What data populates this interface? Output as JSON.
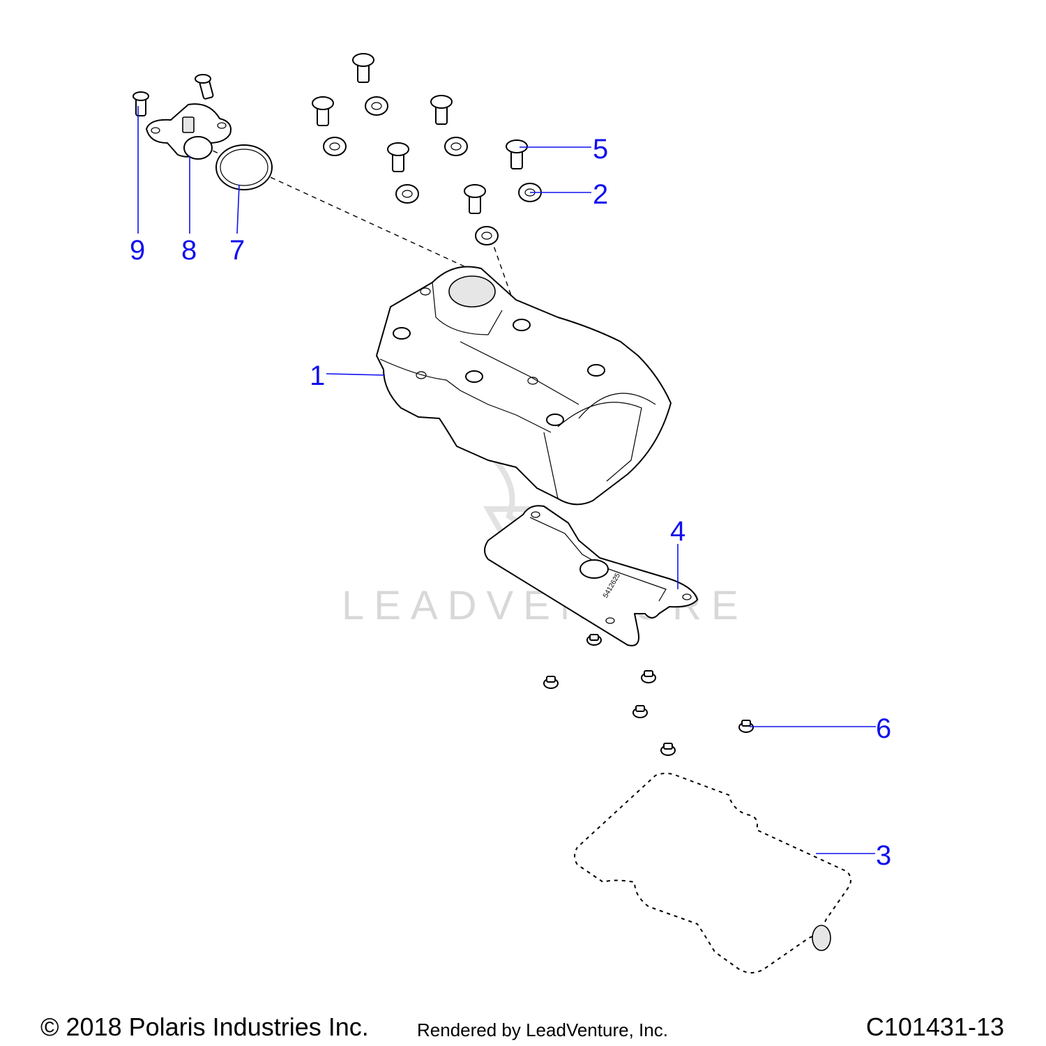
{
  "diagram": {
    "callouts": {
      "c1": "1",
      "c2": "2",
      "c3": "3",
      "c4": "4",
      "c5": "5",
      "c6": "6",
      "c7": "7",
      "c8": "8",
      "c9": "9"
    },
    "watermark": "LEADVENTURE"
  },
  "footer": {
    "copyright": "© 2018 Polaris Industries Inc.",
    "rendered_by": "Rendered by LeadVenture, Inc.",
    "part_code": "C101431-13"
  }
}
